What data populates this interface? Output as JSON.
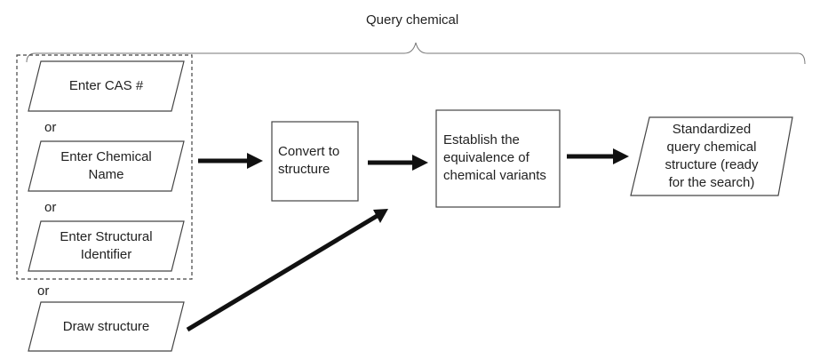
{
  "title": "Query chemical",
  "inputs": [
    {
      "label": "Enter CAS #"
    },
    {
      "label": "Enter Chemical\nName"
    },
    {
      "label": "Enter Structural\nIdentifier"
    }
  ],
  "connectors": [
    "or",
    "or",
    "or"
  ],
  "draw_structure": {
    "label": "Draw structure"
  },
  "steps": [
    {
      "label": "Convert to\nstructure"
    },
    {
      "label": "Establish the\nequivalence of\nchemical variants"
    }
  ],
  "output": {
    "label": "Standardized\nquery chemical\nstructure (ready\nfor the search)"
  },
  "colors": {
    "stroke": "#444444",
    "arrow": "#111111",
    "text": "#222222",
    "background": "#ffffff"
  }
}
